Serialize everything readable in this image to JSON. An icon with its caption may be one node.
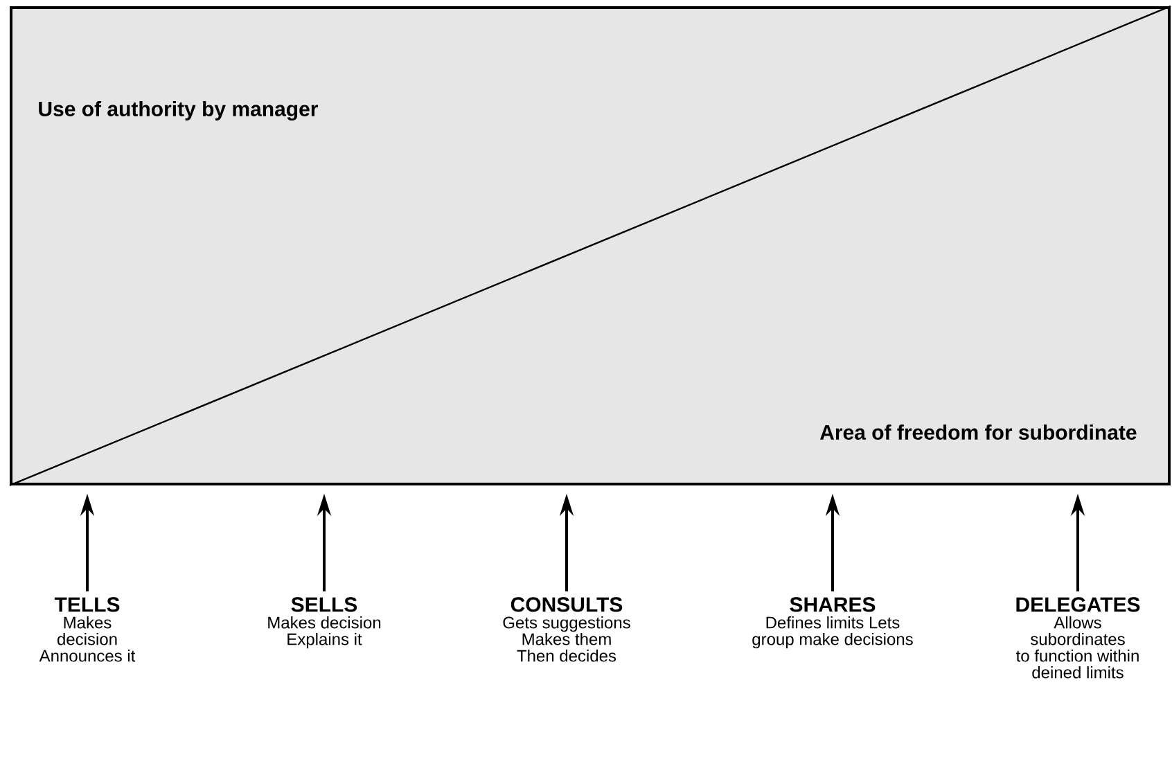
{
  "diagram": {
    "nodes": [
      {
        "text": [
          "Use of authority by manager",
          "Area of freedom for subordinate"
        ]
      },
      {
        "text": [
          "TELLS",
          "Makes decision Announces it"
        ]
      },
      {
        "text": [
          "SELLS",
          "Makes decision Explains it"
        ]
      },
      {
        "text": [
          "CONSULTS",
          "Gets suggestions Makes them Then decides"
        ]
      },
      {
        "text": [
          "SHARES",
          "Defines limits Lets group make decisions"
        ]
      },
      {
        "text": [
          "DELEGATES",
          "Allows subordinates to function within deined limits"
        ]
      }
    ],
    "edges": [
      {
        "from": 1,
        "to": 0,
        "arrow": "to"
      },
      {
        "from": 2,
        "to": 0,
        "arrow": "to"
      },
      {
        "from": 3,
        "to": 0,
        "arrow": "to"
      },
      {
        "from": 4,
        "to": 0,
        "arrow": "to"
      },
      {
        "from": 5,
        "to": 0,
        "arrow": "to"
      }
    ]
  }
}
